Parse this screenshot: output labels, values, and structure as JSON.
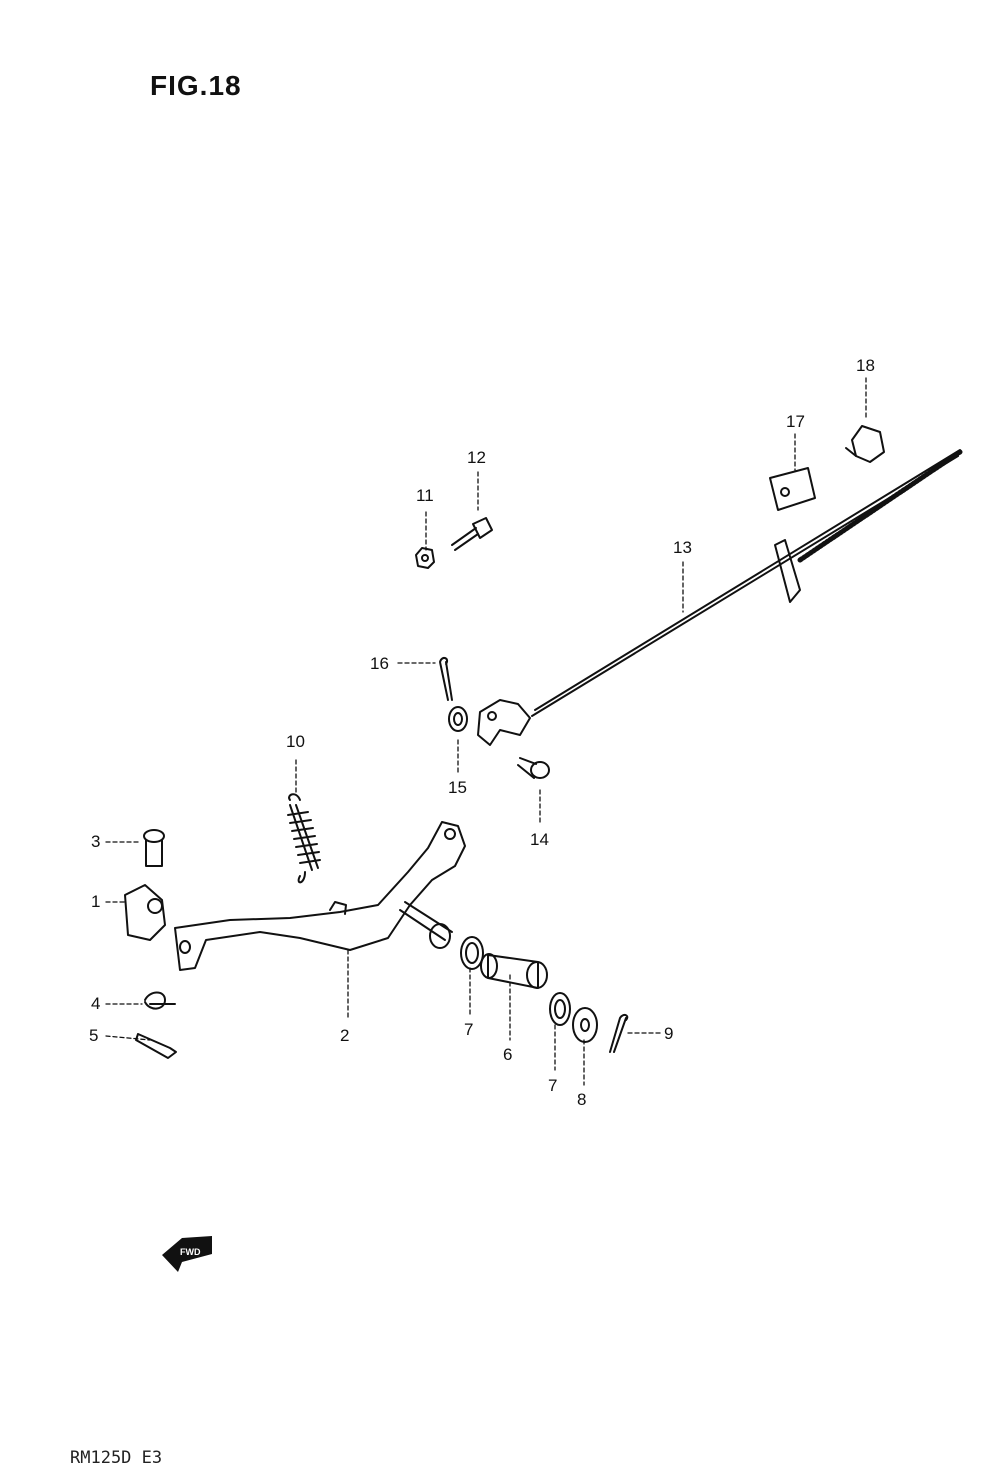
{
  "figure": {
    "title": "FIG.18"
  },
  "footer": {
    "model_code": "RM125D E3"
  },
  "direction_marker": {
    "label": "FWD",
    "icon": "forward-arrow-icon"
  },
  "callouts": [
    "1",
    "2",
    "3",
    "4",
    "5",
    "6",
    "7",
    "7",
    "8",
    "9",
    "10",
    "11",
    "12",
    "13",
    "14",
    "15",
    "16",
    "17",
    "18"
  ]
}
